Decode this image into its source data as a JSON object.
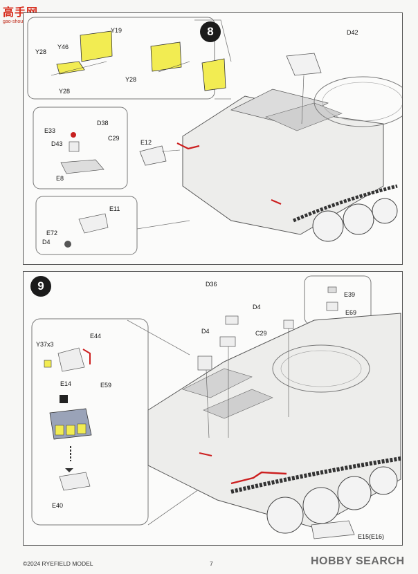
{
  "logo": {
    "text": "高手网",
    "url": "gao-shou.com"
  },
  "footer": {
    "copyright": "©2024 RYEFIELD MODEL",
    "page_number": "7"
  },
  "watermark": "HOBBY SEARCH",
  "step8": {
    "number": "8",
    "labels": {
      "Y19": "Y19",
      "Y46": "Y46",
      "Y28a": "Y28",
      "Y28b": "Y28",
      "Y28c": "Y28",
      "D42": "D42",
      "E33": "E33",
      "D38": "D38",
      "C29": "C29",
      "D43": "D43",
      "E8": "E8",
      "E12": "E12",
      "E11": "E11",
      "E72": "E72",
      "D4": "D4"
    }
  },
  "step9": {
    "number": "9",
    "labels": {
      "D36": "D36",
      "D4a": "D4",
      "D4b": "D4",
      "C29": "C29",
      "E39": "E39",
      "E69": "E69",
      "Y37x3": "Y37x3",
      "E44": "E44",
      "E14": "E14",
      "E59": "E59",
      "E40": "E40",
      "E15": "E15(E16)"
    }
  }
}
